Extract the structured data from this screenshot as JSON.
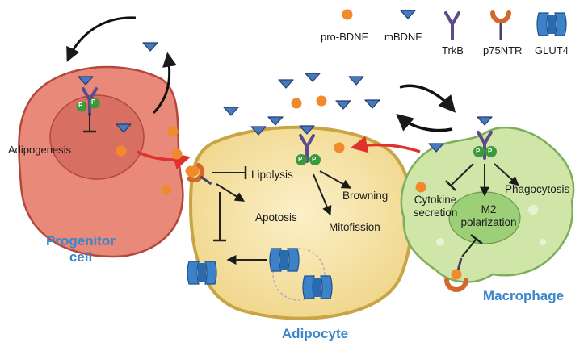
{
  "legend": {
    "pro_bdnf": "pro-BDNF",
    "mbdnf": "mBDNF",
    "trkb": "TrkB",
    "p75ntr": "p75NTR",
    "glut4": "GLUT4"
  },
  "progenitor": {
    "name_line1": "Progenitor",
    "name_line2": "cell",
    "process": "Adipogenesis"
  },
  "adipocyte": {
    "name": "Adipocyte",
    "processes": {
      "lipolysis": "Lipolysis",
      "apotosis": "Apotosis",
      "browning": "Browning",
      "mitofission": "Mitofission"
    }
  },
  "macrophage": {
    "name": "Macrophage",
    "processes": {
      "cytokine_line1": "Cytokine",
      "cytokine_line2": "secretion",
      "phagocytosis": "Phagocytosis",
      "m2_line1": "M2",
      "m2_line2": "polarization"
    }
  },
  "phospho_label": "P",
  "colors": {
    "pro_bdnf": "#f08a2c",
    "mbdnf": "#3f6fb5",
    "trkb": "#5b4b8a",
    "p75ntr": "#d2692a",
    "glut4": "#3c82c8",
    "progenitor_fill": "#e8897a",
    "adipocyte_fill": "#f5e2a6",
    "macrophage_fill": "#cfe6a8",
    "cell_name": "#3a86c8",
    "red_arrow": "#e0312d"
  }
}
